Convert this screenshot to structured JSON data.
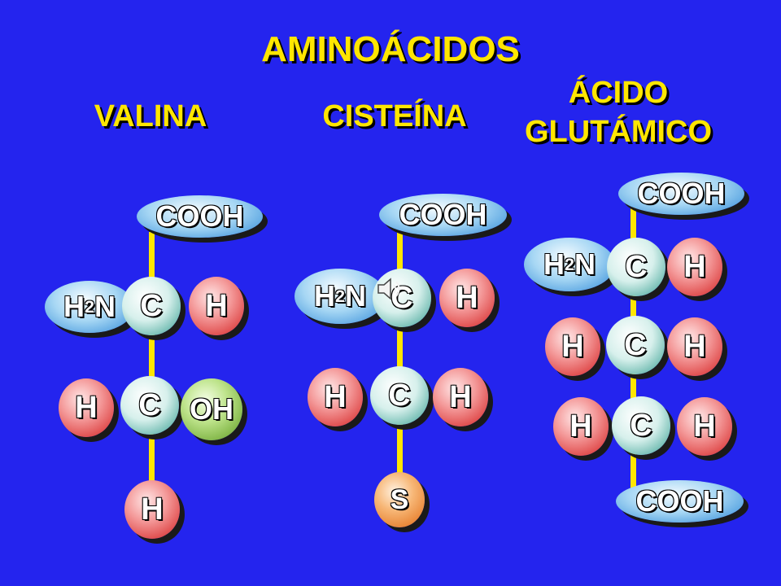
{
  "title": "AMINOÁCIDOS",
  "columns": {
    "valina": "VALINA",
    "cisteina": "CISTEÍNA",
    "glutamico_line1": "ÁCIDO",
    "glutamico_line2": "GLUTÁMICO"
  },
  "labels": {
    "cooh": "COOH",
    "c": "C",
    "h": "H",
    "oh": "OH",
    "s": "S",
    "h2n_h": "H",
    "h2n_sub": "2",
    "h2n_n": "N"
  },
  "icons": {
    "speaker": "speaker-icon"
  },
  "colors": {
    "background": "#2424ee",
    "title": "#ffe600",
    "bond": "#ffe600"
  }
}
